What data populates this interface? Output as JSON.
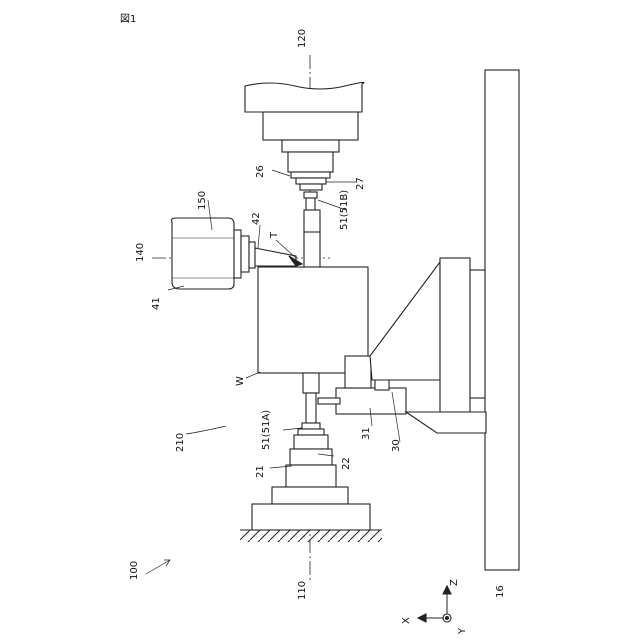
{
  "figure_label": "図1",
  "labels": {
    "l120": "120",
    "l26": "26",
    "l27": "27",
    "l150": "150",
    "l42": "42",
    "lT": "T",
    "l51B": "51(51B)",
    "l140": "140",
    "l41": "41",
    "lW": "W",
    "l51A": "51(51A)",
    "l31": "31",
    "l30": "30",
    "l210": "210",
    "l21": "21",
    "l22": "22",
    "l100": "100",
    "l110": "110",
    "l16": "16",
    "axZ": "Z",
    "axX": "X",
    "axY": "Y"
  }
}
